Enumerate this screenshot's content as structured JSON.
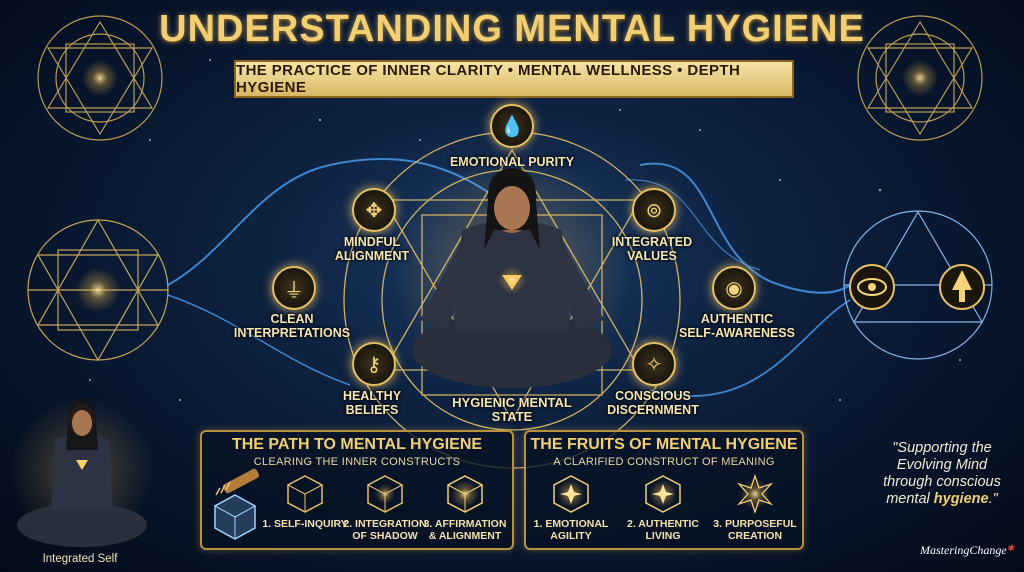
{
  "title": "UNDERSTANDING MENTAL HYGIENE",
  "subtitle": "THE PRACTICE OF INNER CLARITY • MENTAL WELLNESS • DEPTH HYGIENE",
  "center_label": "HYGIENIC MENTAL\nSTATE",
  "nodes": [
    {
      "label": "EMOTIONAL PURITY",
      "icon": "water-drop-icon"
    },
    {
      "label": "MINDFUL\nALIGNMENT",
      "icon": "arrows-icon"
    },
    {
      "label": "INTEGRATED\nVALUES",
      "icon": "interlocked-rings-icon"
    },
    {
      "label": "CLEAN\nINTERPRETATIONS",
      "icon": "funnel-icon"
    },
    {
      "label": "AUTHENTIC\nSELF-AWARENESS",
      "icon": "head-eye-icon"
    },
    {
      "label": "HEALTHY\nBELIEFS",
      "icon": "key-icon"
    },
    {
      "label": "CONSCIOUS\nDISCERNMENT",
      "icon": "compass-icon"
    }
  ],
  "path_panel": {
    "title": "THE PATH TO MENTAL HYGIENE",
    "subtitle": "CLEARING THE INNER CONSTRUCTS",
    "items": [
      "1. SELF-INQUIRY",
      "2. INTEGRATION\nOF SHADOW",
      "3. AFFIRMATION\n& ALIGNMENT"
    ]
  },
  "fruits_panel": {
    "title": "THE FRUITS OF MENTAL HYGIENE",
    "subtitle": "A CLARIFIED CONSTRUCT OF MEANING",
    "items": [
      "1. EMOTIONAL\nAGILITY",
      "2. AUTHENTIC\nLIVING",
      "3. PURPOSEFUL\nCREATION"
    ]
  },
  "left_caption": "Integrated Self",
  "quote_before": "\"Supporting the Evolving Mind through conscious mental ",
  "quote_bold": "hygiene",
  "quote_after": ".\"",
  "brand": "MasteringChange",
  "colors": {
    "gold": "#f2cf72",
    "blue_glow": "#4fa8ff",
    "background": "#0e2240"
  }
}
